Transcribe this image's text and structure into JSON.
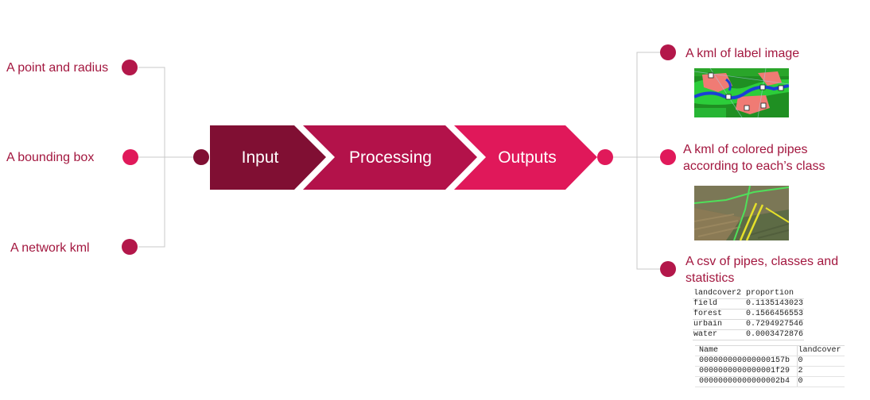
{
  "inputs": [
    {
      "label": "A point and radius",
      "color": "#b3174a"
    },
    {
      "label": "A bounding box",
      "color": "#e0195a"
    },
    {
      "label": "A network kml",
      "color": "#b3174a"
    }
  ],
  "process": {
    "steps": [
      "Input",
      "Processing",
      "Outputs"
    ],
    "colors": [
      "#800f33",
      "#b3124a",
      "#e0185a"
    ]
  },
  "outputs": [
    {
      "label": "A kml of label image",
      "color": "#b3174a"
    },
    {
      "label_line1": "A kml of colored pipes",
      "label_line2": "according to each’s class",
      "color": "#e0195a"
    },
    {
      "label_line1": "A csv of pipes, classes and",
      "label_line2": "statistics",
      "color": "#b3174a"
    }
  ],
  "proportion_table": {
    "headers": [
      "landcover2",
      "proportion"
    ],
    "rows": [
      [
        "field",
        "0.1135143023"
      ],
      [
        "forest",
        "0.1566456553"
      ],
      [
        "urbain",
        "0.7294927546"
      ],
      [
        "water",
        "0.0003472876"
      ]
    ]
  },
  "pipes_table": {
    "headers": [
      "Name",
      "landcover"
    ],
    "rows": [
      [
        "000000000000000157b",
        "0"
      ],
      [
        "0000000000000001f29",
        "2"
      ],
      [
        "00000000000000002b4",
        "0"
      ]
    ]
  },
  "connector_color": "#c8c8c8",
  "text_color": "#a3173f"
}
